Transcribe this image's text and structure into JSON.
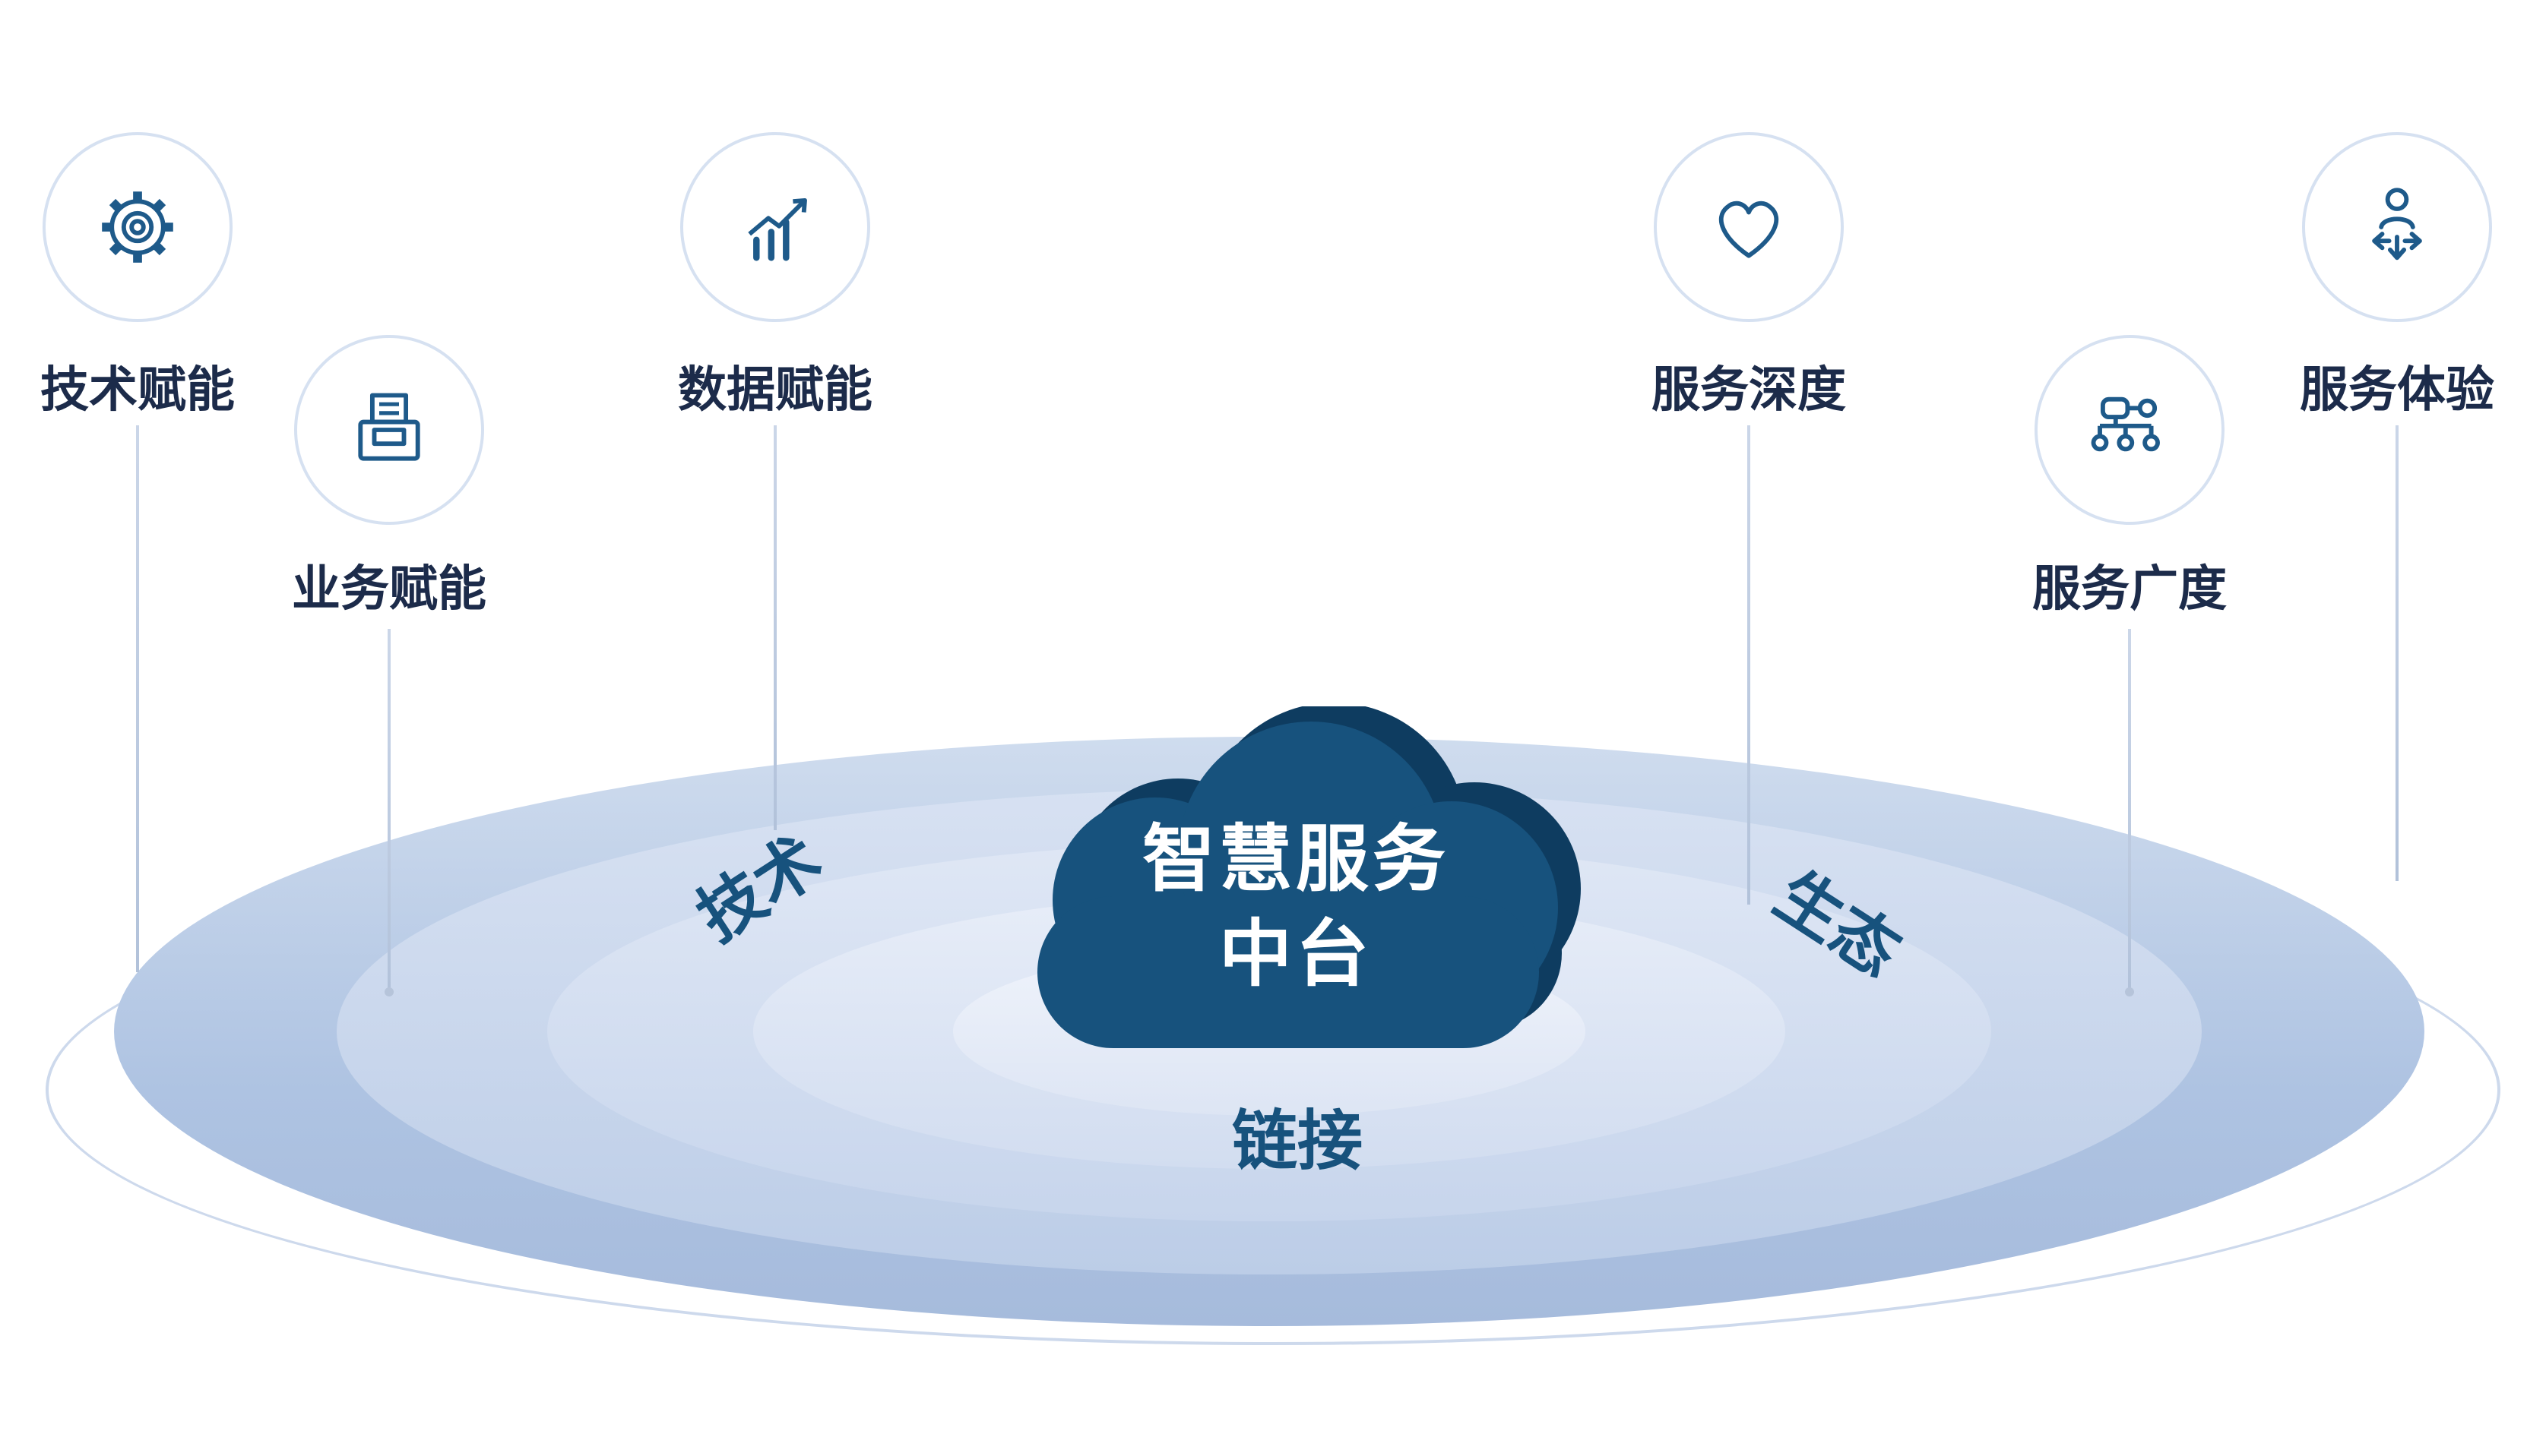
{
  "center_cloud": {
    "line1": "智慧服务",
    "line2": "中台"
  },
  "orbit_labels": {
    "left": "技术",
    "right": "生态",
    "bottom": "链接"
  },
  "nodes": [
    {
      "label": "技术赋能",
      "icon": "gear-icon"
    },
    {
      "label": "业务赋能",
      "icon": "archive-box-icon"
    },
    {
      "label": "数据赋能",
      "icon": "bar-chart-growth-icon"
    },
    {
      "label": "服务深度",
      "icon": "heart-icon"
    },
    {
      "label": "服务广度",
      "icon": "org-network-icon"
    },
    {
      "label": "服务体验",
      "icon": "person-directions-icon"
    }
  ],
  "colors": {
    "navy": "#17527D",
    "navy_dark": "#0E3C60",
    "icon_stroke": "#1E5A8A",
    "label_text": "#1C2B4A",
    "circle_border": "#D6E1F1",
    "connector_line": "#B2C2DA",
    "platter_outer": "#AEC3E2",
    "platter_inner": "#EFF3FB",
    "outline_ring": "#CDD9EC"
  }
}
